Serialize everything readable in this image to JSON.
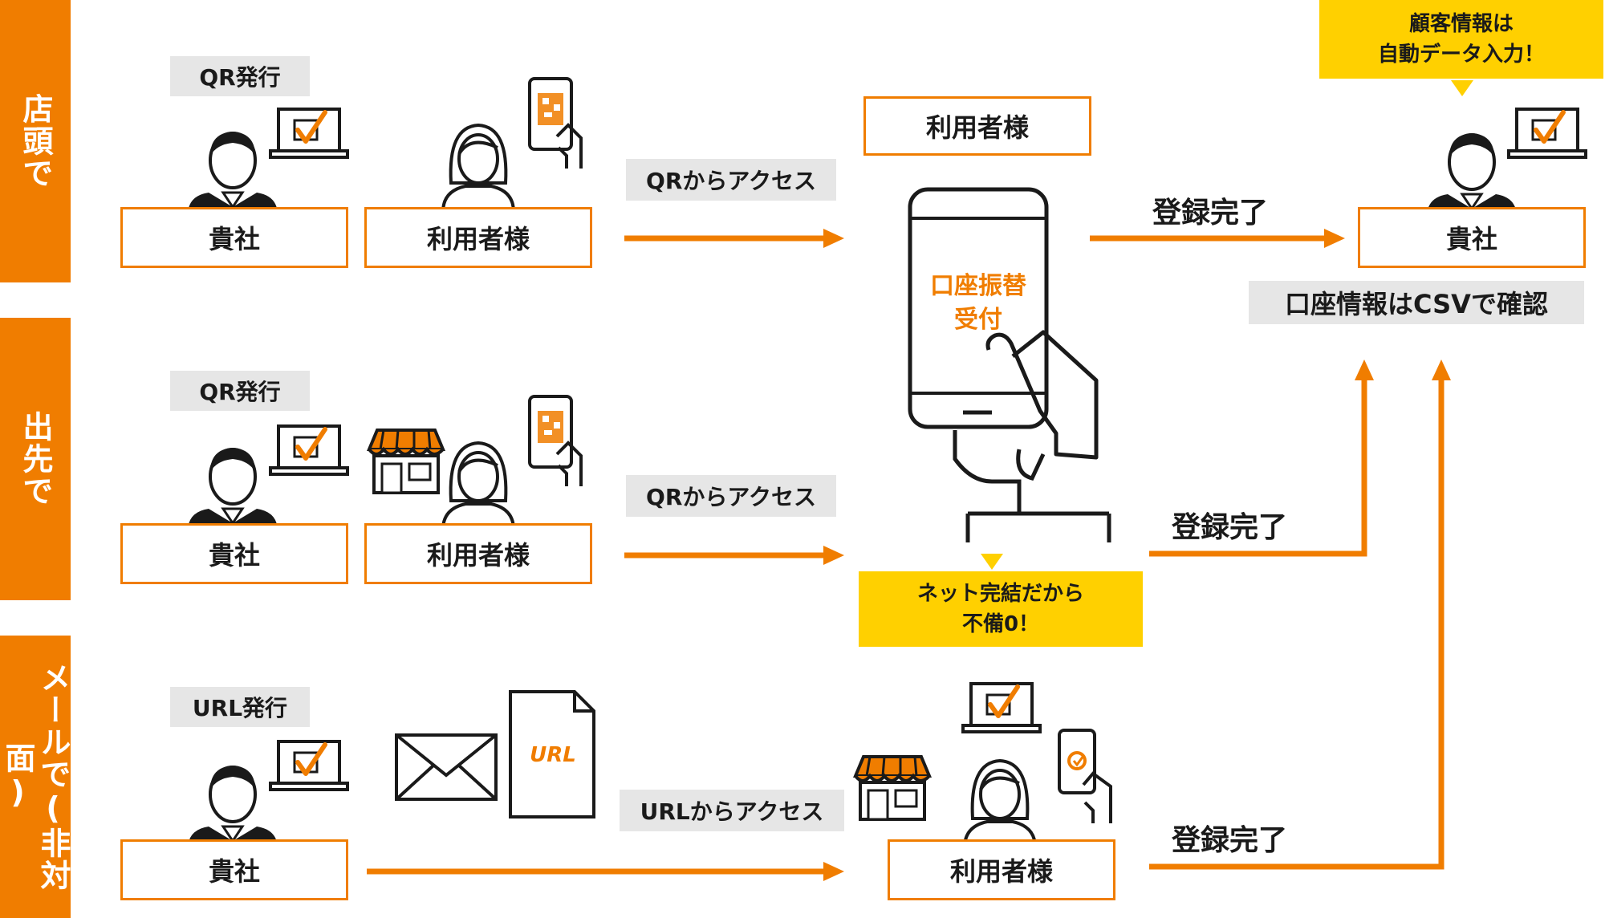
{
  "sections": [
    {
      "tab": "店頭で"
    },
    {
      "tab": "出先で"
    },
    {
      "tab": "メールで(非対面)"
    }
  ],
  "row1": {
    "issue": "QR発行",
    "company": "貴社",
    "user": "利用者様",
    "access": "QRからアクセス"
  },
  "row2": {
    "issue": "QR発行",
    "company": "貴社",
    "user": "利用者様",
    "access": "QRからアクセス",
    "complete": "登録完了"
  },
  "row3": {
    "issue": "URL発行",
    "company": "貴社",
    "url_doc": "URL",
    "access": "URLからアクセス",
    "user": "利用者様",
    "complete": "登録完了"
  },
  "center": {
    "user_top": "利用者様",
    "phone_line1": "口座振替",
    "phone_line2": "受付",
    "callout_line1": "ネット完結だから",
    "callout_line2": "不備0！"
  },
  "right": {
    "complete": "登録完了",
    "company": "貴社",
    "callout_line1": "顧客情報は",
    "callout_line2": "自動データ入力！",
    "csv_note": "口座情報はCSVで確認"
  },
  "colors": {
    "accent": "#f07d00",
    "highlight": "#ffd000",
    "tag_gray": "#e6e6e6"
  }
}
